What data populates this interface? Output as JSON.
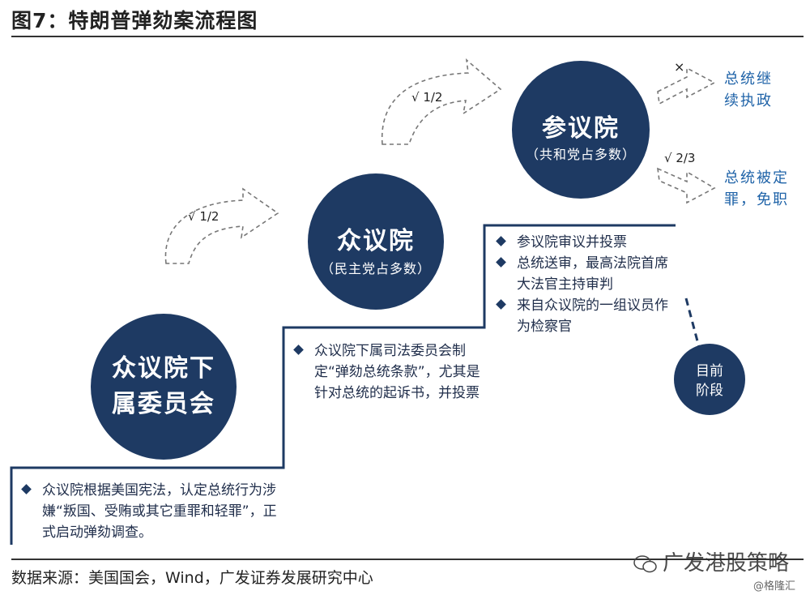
{
  "title": "图7：特朗普弹劾案流程图",
  "stages": {
    "house_committee": {
      "name": "众议院下属委员会"
    },
    "house": {
      "name": "众议院",
      "note": "（民主党占多数）"
    },
    "senate": {
      "name": "参议院",
      "note": "（共和党占多数）"
    },
    "current": {
      "name": "目前阶段"
    }
  },
  "votes": {
    "house": "√ 1/2",
    "senate": "√ 1/2",
    "conviction": "√ 2/3",
    "fail_mark": "×"
  },
  "outcomes": {
    "continue": "总统继续执政",
    "removed": "总统被定罪，免职"
  },
  "bullets": {
    "step1": [
      "众议院根据美国宪法，认定总统行为涉嫌“叛国、受贿或其它重罪和轻罪”，正式启动弹劾调查。"
    ],
    "step2": [
      "众议院下属司法委员会制定“弹劾总统条款”，尤其是针对总统的起诉书，并投票"
    ],
    "step3": [
      "参议院审议并投票",
      "总统送审，最高法院首席大法官主持审判",
      "来自众议院的一组议员作为检察官"
    ]
  },
  "source": "数据来源：美国国会，Wind，广发证券发展研究中心",
  "watermark": {
    "account": "广发港股策略",
    "site": "@格隆汇"
  },
  "colors": {
    "circle": "#1e3a63",
    "staircase": "#1e3a63",
    "outcome_text": "#1f63a8"
  }
}
